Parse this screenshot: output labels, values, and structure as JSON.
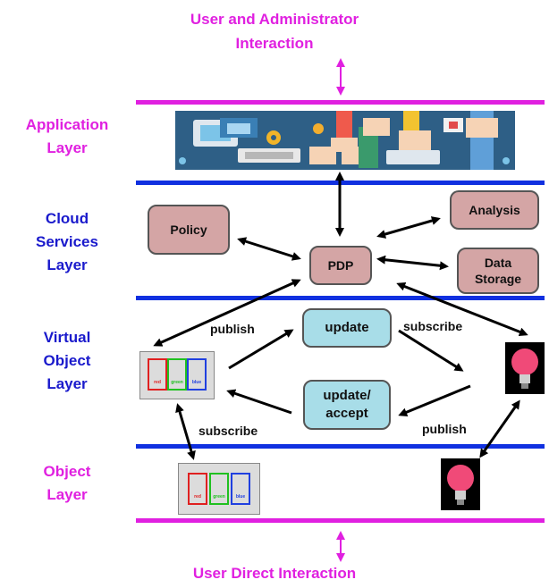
{
  "title_top": [
    "User and Administrator",
    "Interaction"
  ],
  "title_bottom": "User Direct Interaction",
  "layers": {
    "application": [
      "Application",
      "Layer"
    ],
    "cloud": [
      "Cloud",
      "Services",
      "Layer"
    ],
    "virtual": [
      "Virtual",
      "Object",
      "Layer"
    ],
    "object": [
      "Object",
      "Layer"
    ]
  },
  "nodes": {
    "policy": "Policy",
    "pdp": "PDP",
    "analysis": "Analysis",
    "data_storage": [
      "Data",
      "Storage"
    ],
    "update": "update",
    "update_accept": [
      "update/",
      "accept"
    ]
  },
  "edges": {
    "publish_left": "publish",
    "subscribe_right": "subscribe",
    "subscribe_left": "subscribe",
    "publish_right": "publish"
  },
  "switch_labels": [
    "red",
    "green",
    "blue"
  ],
  "colors": {
    "magenta": "#e020e0",
    "blue": "#1030e0",
    "node_fill": "#d4a5a5",
    "virtual_fill": "#a8dde8"
  }
}
